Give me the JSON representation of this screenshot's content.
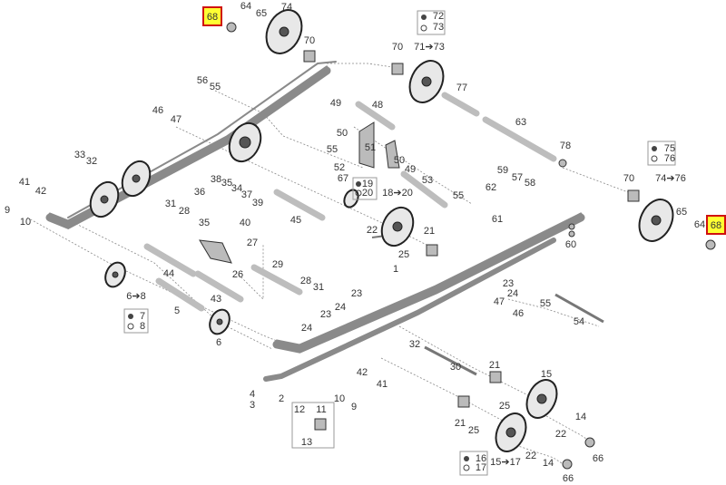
{
  "diagram": {
    "highlight_color": "#ffff33",
    "highlight_border": "#d01010",
    "highlighted_part": "68",
    "labels": [
      "68",
      "64",
      "65",
      "74",
      "70",
      "56",
      "55",
      "46",
      "47",
      "49",
      "50",
      "55",
      "52",
      "67",
      "33",
      "32",
      "41",
      "42",
      "9",
      "10",
      "31",
      "28",
      "36",
      "38",
      "35",
      "34",
      "37",
      "39",
      "35",
      "40",
      "45",
      "27",
      "26",
      "29",
      "44",
      "43",
      "5",
      "6➔8",
      "7",
      "8",
      "6",
      "28",
      "31",
      "23",
      "24",
      "23",
      "24",
      "4",
      "3",
      "2",
      "10",
      "9",
      "12",
      "11",
      "13",
      "72",
      "73",
      "71➔73",
      "70",
      "77",
      "48",
      "63",
      "78",
      "51",
      "50",
      "49",
      "53",
      "19",
      "20",
      "18➔20",
      "55",
      "59",
      "57",
      "58",
      "62",
      "61",
      "22",
      "21",
      "25",
      "60",
      "1",
      "75",
      "76",
      "74➔76",
      "70",
      "65",
      "64",
      "68",
      "23",
      "24",
      "47",
      "46",
      "55",
      "54",
      "32",
      "30",
      "42",
      "41",
      "21",
      "15",
      "25",
      "21",
      "25",
      "14",
      "22",
      "14",
      "66",
      "22",
      "66",
      "16",
      "17",
      "15➔17"
    ]
  }
}
